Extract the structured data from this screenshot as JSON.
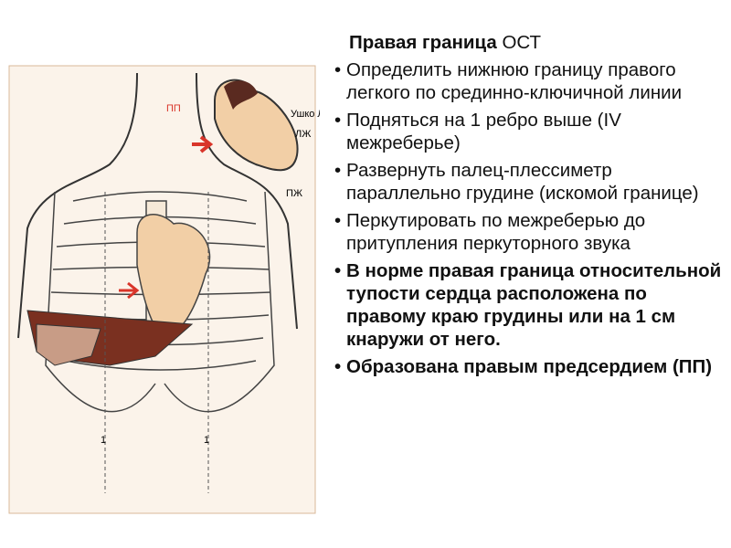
{
  "title": {
    "bold": "Правая граница",
    "rest": " ОСТ"
  },
  "bullets": [
    {
      "text": "Определить нижнюю границу правого легкого по срединно-ключичной линии",
      "bold": false
    },
    {
      "text": "Подняться на 1 ребро выше (IV межреберье)",
      "bold": false
    },
    {
      "text": "Развернуть палец-плессиметр параллельно грудине (искомой границе)",
      "bold": false
    },
    {
      "text": "Перкутировать по межреберью до притупления перкуторного звука",
      "bold": false
    },
    {
      "text": "В норме правая граница относительной тупости сердца  расположена по правому краю грудины или на 1 см кнаружи от него.",
      "bold": true
    },
    {
      "text": "Образована правым предсердием (ПП)",
      "bold": true
    }
  ],
  "bullet_marks": [
    "•",
    "•",
    "•",
    "•",
    "•",
    "• "
  ],
  "figure_labels": {
    "pp": "ПП",
    "ushko_lp": "Ушко ЛП",
    "lzh": "ЛЖ",
    "pzh": "ПЖ",
    "line_left": "1",
    "line_right": "1"
  },
  "colors": {
    "arrow_red": "#d9352a",
    "heart_fill": "#f2cfa6",
    "liver_fill": "#7a3020",
    "outline": "#333333"
  }
}
